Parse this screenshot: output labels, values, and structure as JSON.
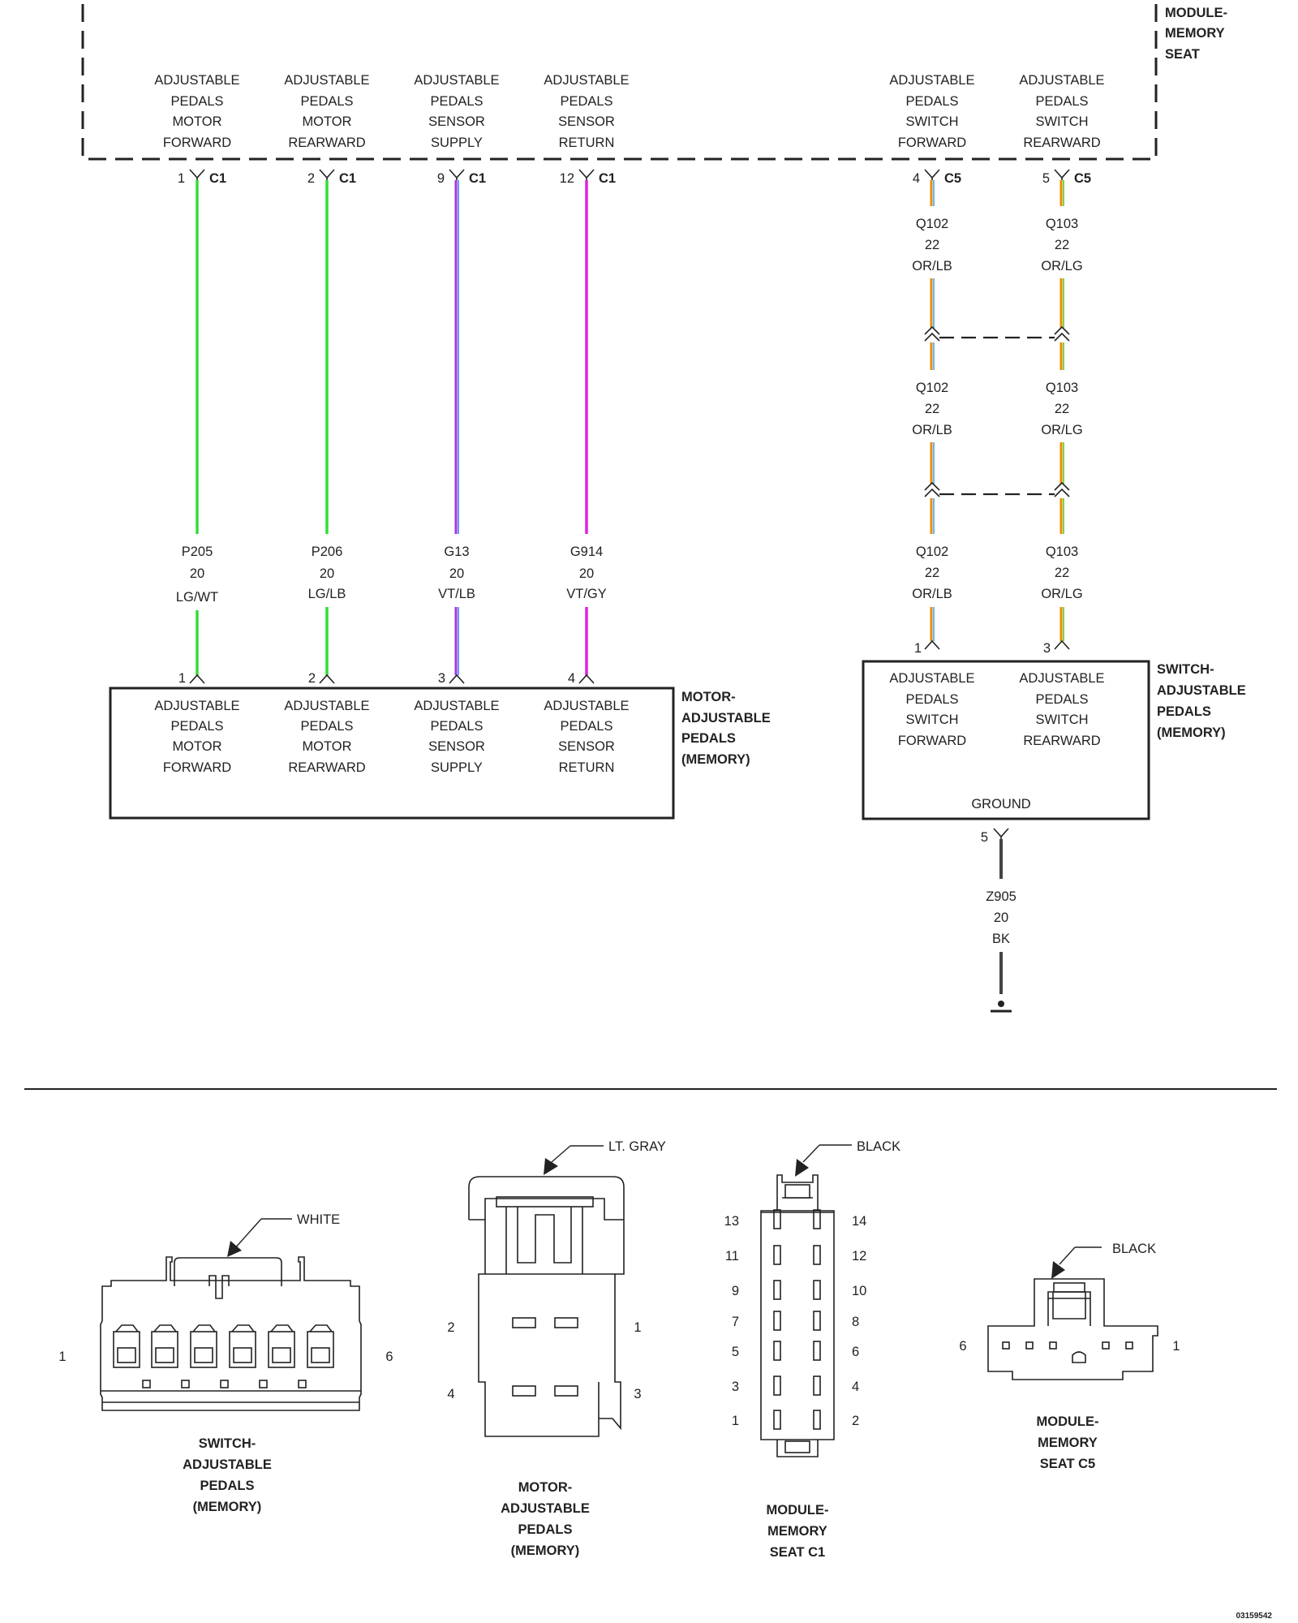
{
  "module_memory_seat": {
    "title_lines": [
      "MODULE-",
      "MEMORY",
      "SEAT"
    ],
    "pins": [
      {
        "label": [
          "ADJUSTABLE",
          "PEDALS",
          "MOTOR",
          "FORWARD"
        ],
        "pin": "1",
        "connector": "C1"
      },
      {
        "label": [
          "ADJUSTABLE",
          "PEDALS",
          "MOTOR",
          "REARWARD"
        ],
        "pin": "2",
        "connector": "C1"
      },
      {
        "label": [
          "ADJUSTABLE",
          "PEDALS",
          "SENSOR",
          "SUPPLY"
        ],
        "pin": "9",
        "connector": "C1"
      },
      {
        "label": [
          "ADJUSTABLE",
          "PEDALS",
          "SENSOR",
          "RETURN"
        ],
        "pin": "12",
        "connector": "C1"
      },
      {
        "label": [
          "ADJUSTABLE",
          "PEDALS",
          "SWITCH",
          "FORWARD"
        ],
        "pin": "4",
        "connector": "C5"
      },
      {
        "label": [
          "ADJUSTABLE",
          "PEDALS",
          "SWITCH",
          "REARWARD"
        ],
        "pin": "5",
        "connector": "C5"
      }
    ]
  },
  "wires_motor": [
    {
      "circuit": "P205",
      "gauge": "20",
      "color": "LG/WT",
      "hex": [
        "#33dd33",
        "#33dd33"
      ]
    },
    {
      "circuit": "P206",
      "gauge": "20",
      "color": "LG/LB",
      "hex": [
        "#33dd33",
        "#33cc66"
      ]
    },
    {
      "circuit": "G13",
      "gauge": "20",
      "color": "VT/LB",
      "hex": [
        "#aa33dd",
        "#6699ff"
      ]
    },
    {
      "circuit": "G914",
      "gauge": "20",
      "color": "VT/GY",
      "hex": [
        "#dd22dd",
        "#dd22dd"
      ]
    }
  ],
  "wires_switch": [
    {
      "segments": [
        {
          "circuit": "Q102",
          "gauge": "22",
          "color": "OR/LB"
        },
        {
          "circuit": "Q102",
          "gauge": "22",
          "color": "OR/LB"
        },
        {
          "circuit": "Q102",
          "gauge": "22",
          "color": "OR/LB"
        }
      ],
      "hex": [
        "#f08a00",
        "#33aaff"
      ]
    },
    {
      "segments": [
        {
          "circuit": "Q103",
          "gauge": "22",
          "color": "OR/LG"
        },
        {
          "circuit": "Q103",
          "gauge": "22",
          "color": "OR/LG"
        },
        {
          "circuit": "Q103",
          "gauge": "22",
          "color": "OR/LG"
        }
      ],
      "hex": [
        "#f08a00",
        "#55cc22"
      ]
    }
  ],
  "motor_pedals": {
    "title_lines": [
      "MOTOR-",
      "ADJUSTABLE",
      "PEDALS",
      "(MEMORY)"
    ],
    "pins": [
      {
        "pin": "1",
        "label": [
          "ADJUSTABLE",
          "PEDALS",
          "MOTOR",
          "FORWARD"
        ]
      },
      {
        "pin": "2",
        "label": [
          "ADJUSTABLE",
          "PEDALS",
          "MOTOR",
          "REARWARD"
        ]
      },
      {
        "pin": "3",
        "label": [
          "ADJUSTABLE",
          "PEDALS",
          "SENSOR",
          "SUPPLY"
        ]
      },
      {
        "pin": "4",
        "label": [
          "ADJUSTABLE",
          "PEDALS",
          "SENSOR",
          "RETURN"
        ]
      }
    ]
  },
  "switch_pedals": {
    "title_lines": [
      "SWITCH-",
      "ADJUSTABLE",
      "PEDALS",
      "(MEMORY)"
    ],
    "pins": [
      {
        "pin": "1",
        "label": [
          "ADJUSTABLE",
          "PEDALS",
          "SWITCH",
          "FORWARD"
        ]
      },
      {
        "pin": "3",
        "label": [
          "ADJUSTABLE",
          "PEDALS",
          "SWITCH",
          "REARWARD"
        ]
      }
    ],
    "ground_label": "GROUND",
    "ground_pin": "5",
    "ground_wire": {
      "circuit": "Z905",
      "gauge": "20",
      "color": "BK",
      "hex": "#444444"
    }
  },
  "connector_views": [
    {
      "id": "switch",
      "title_lines": [
        "SWITCH-",
        "ADJUSTABLE",
        "PEDALS",
        "(MEMORY)"
      ],
      "color_label": "WHITE",
      "pins": [
        "1",
        "6"
      ]
    },
    {
      "id": "motor",
      "title_lines": [
        "MOTOR-",
        "ADJUSTABLE",
        "PEDALS",
        "(MEMORY)"
      ],
      "color_label": "LT. GRAY",
      "pins": [
        "2",
        "1",
        "4",
        "3"
      ]
    },
    {
      "id": "c1",
      "title_lines": [
        "MODULE-",
        "MEMORY",
        "SEAT C1"
      ],
      "color_label": "BLACK",
      "pins": [
        "13",
        "14",
        "11",
        "12",
        "9",
        "10",
        "7",
        "8",
        "5",
        "6",
        "3",
        "4",
        "1",
        "2"
      ]
    },
    {
      "id": "c5",
      "title_lines": [
        "MODULE-",
        "MEMORY",
        "SEAT C5"
      ],
      "color_label": "BLACK",
      "pins": [
        "6",
        "1"
      ]
    }
  ],
  "figure_id": "03159542"
}
